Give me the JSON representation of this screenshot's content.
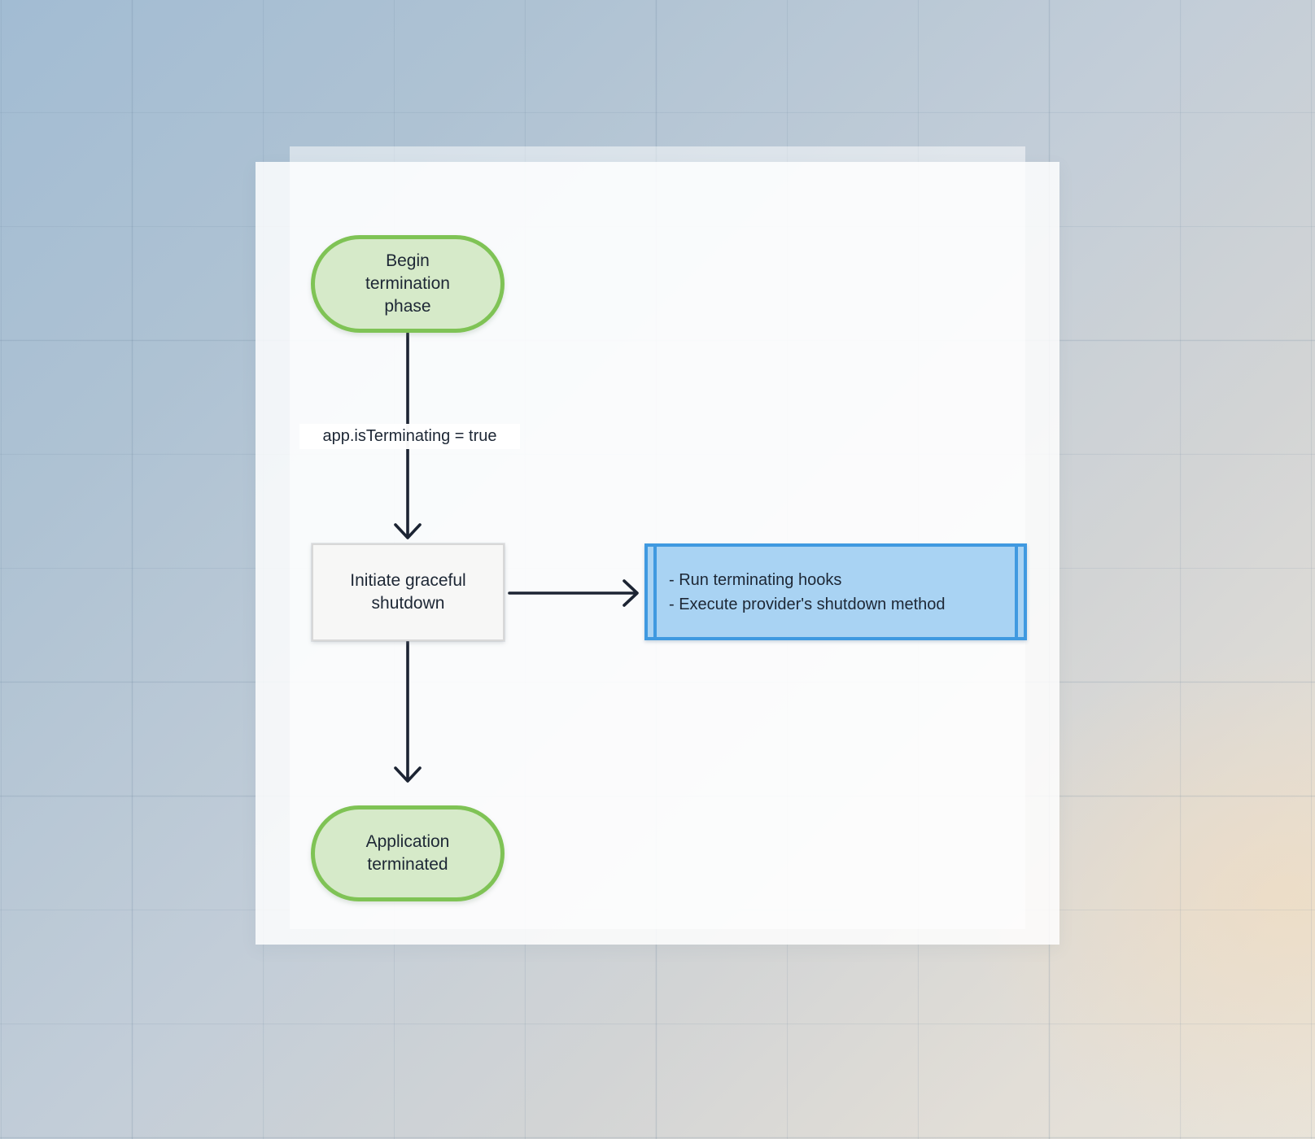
{
  "diagram": {
    "nodes": {
      "start": {
        "label": "Begin\ntermination\nphase",
        "shape": "stadium"
      },
      "process": {
        "label": "Initiate graceful\nshutdown",
        "shape": "rectangle"
      },
      "subroutine": {
        "label": "- Run terminating hooks\n- Execute provider's shutdown method",
        "shape": "subroutine"
      },
      "end": {
        "label": "Application\nterminated",
        "shape": "stadium"
      }
    },
    "edges": {
      "start_to_process": {
        "label": "app.isTerminating = true"
      },
      "process_to_subroutine": {
        "label": ""
      },
      "process_to_end": {
        "label": ""
      }
    },
    "colors": {
      "start_fill": "#d6eac9",
      "start_border": "#7fc355",
      "process_fill": "#f7f7f6",
      "process_border": "#d8d8d8",
      "subroutine_fill": "#a9d3f3",
      "subroutine_border": "#3f99e0",
      "arrow": "#1c2433",
      "text": "#1d2735"
    }
  }
}
